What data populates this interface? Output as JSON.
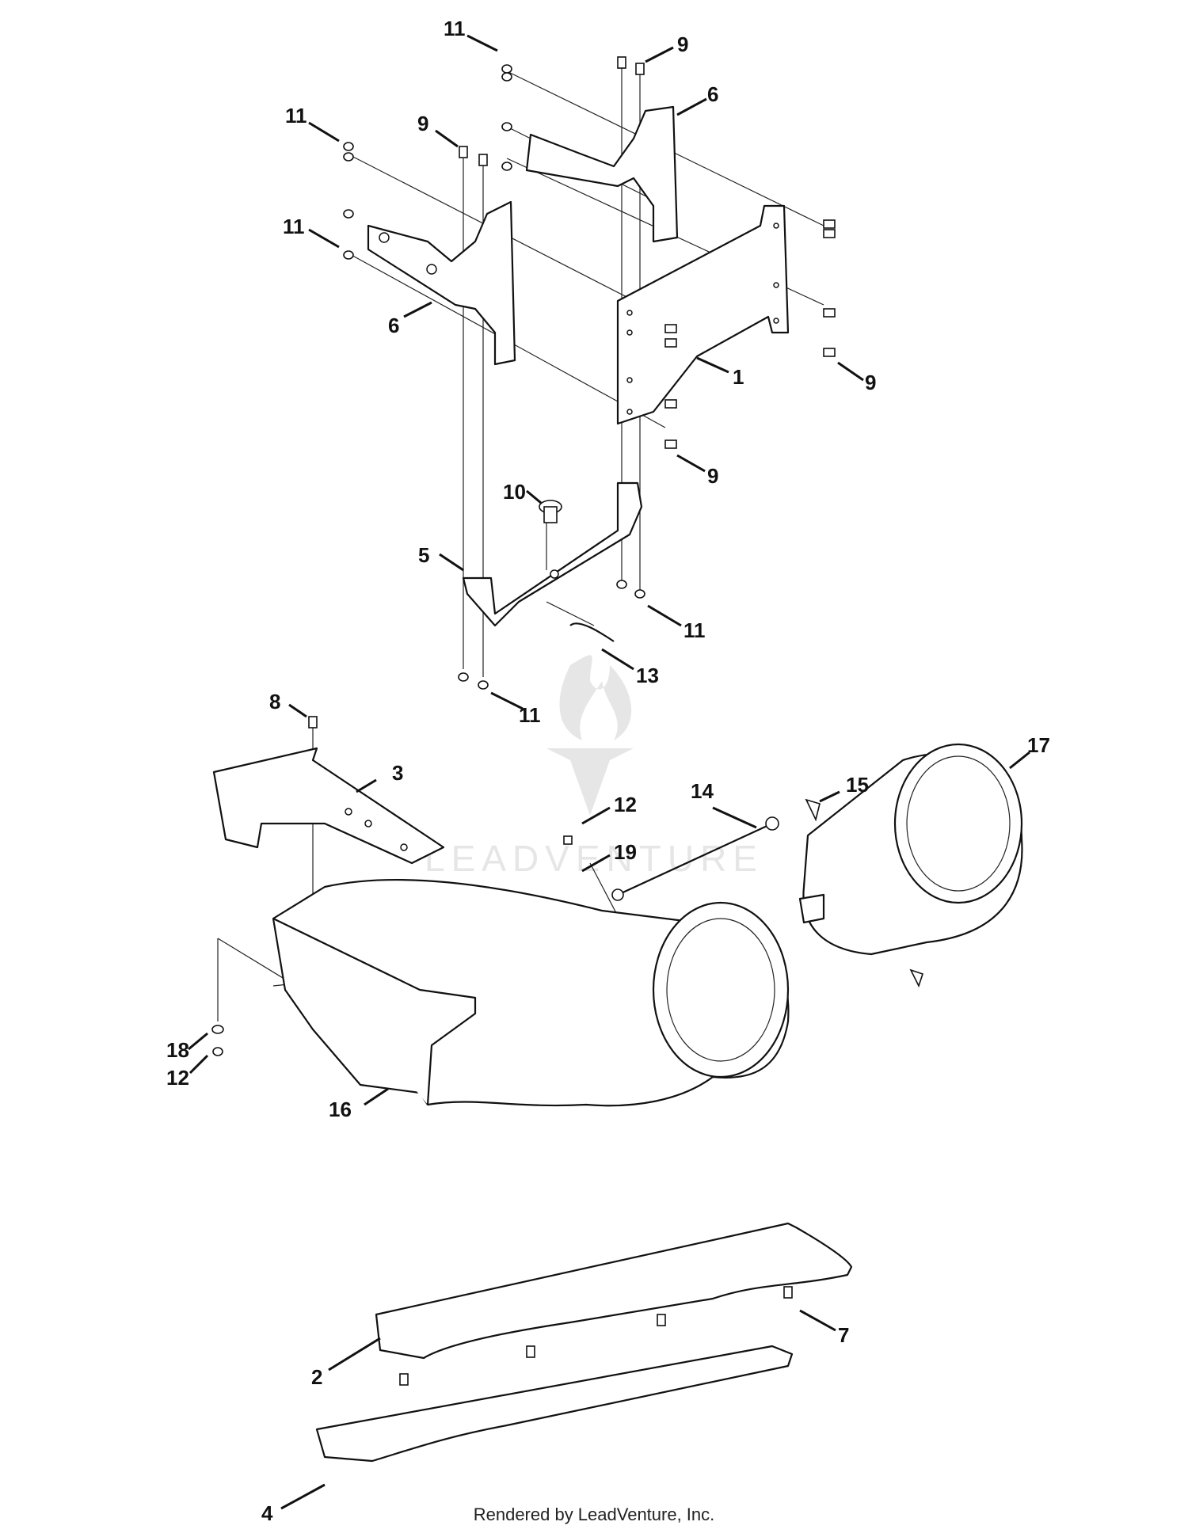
{
  "watermark": "LEADVENTURE",
  "footer": "Rendered by LeadVenture, Inc.",
  "callouts": [
    "11",
    "9",
    "6",
    "11",
    "9",
    "11",
    "6",
    "1",
    "9",
    "9",
    "10",
    "5",
    "11",
    "13",
    "11",
    "8",
    "3",
    "14",
    "15",
    "17",
    "12",
    "19",
    "18",
    "12",
    "16",
    "7",
    "2",
    "4"
  ]
}
